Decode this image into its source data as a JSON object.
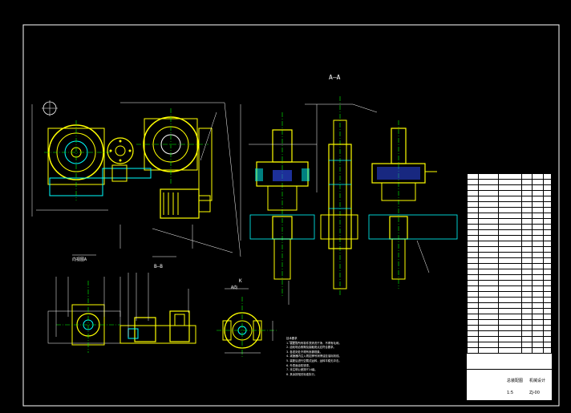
{
  "views": {
    "section_aa": "A—A",
    "view_b": "B—B",
    "view_a": "向视图A",
    "tag_k": "K",
    "tag_view": "A向"
  },
  "notes_heading": "技术要求",
  "notes_lines": [
    "1. 装配前所有零件须清洗干净，不得有毛刺。",
    "2. 齿轮啮合侧隙及接触斑点应符合要求。",
    "3. 各密封处不得有渗漏现象。",
    "4. 减速器内注入规定牌号润滑油至油标刻线。",
    "5. 装配后进行空载试运转，运转平稳无冲击。",
    "6. 外表面涂防锈漆。",
    "7. 未注明公差按IT14级。",
    "8. 其余按相关标准执行。"
  ],
  "title_block": {
    "drawing_title": "总装配图",
    "drawing_no": "ZJ-00",
    "company": "机械设计",
    "scale": "1:5"
  },
  "colors": {
    "sheet": "#000000",
    "border": "#ffffff",
    "geometry": "#ffff00",
    "centerline": "#00ff00",
    "cyan": "#00ffff",
    "dimension": "#ffffff",
    "hatch": "#ff00ff",
    "blue": "#3050ff"
  }
}
